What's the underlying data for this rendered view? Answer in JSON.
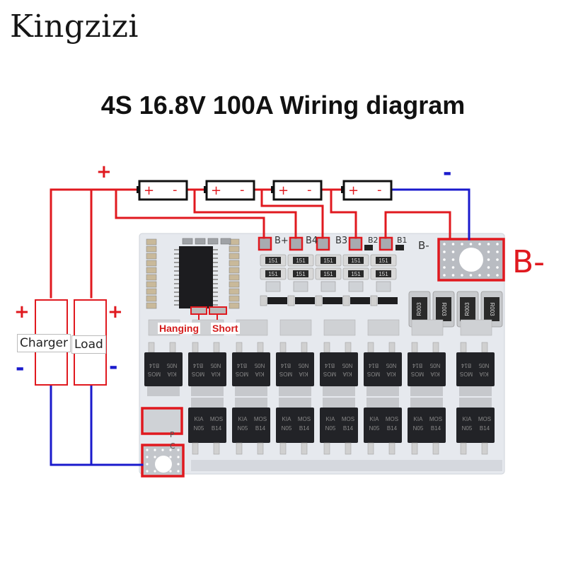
{
  "brand": "Kingzizi",
  "title": "4S 16.8V 100A Wiring diagram",
  "colors": {
    "positive_wire": "#e0191f",
    "negative_wire": "#1a1acc",
    "pcb": "#e8ebf0",
    "mosfet": "#222327",
    "outline": "#111111"
  },
  "symbols": {
    "plus": "+",
    "minus": "-"
  },
  "batteries": [
    {
      "plus": "+",
      "minus": "-"
    },
    {
      "plus": "+",
      "minus": "-"
    },
    {
      "plus": "+",
      "minus": "-"
    },
    {
      "plus": "+",
      "minus": "-"
    }
  ],
  "pads": [
    "B+",
    "B4",
    "B3",
    "B2",
    "B1"
  ],
  "board_labels": {
    "b_minus_silk": "B-",
    "b_minus_callout": "B-",
    "p_silk": "P",
    "c_silk": "C",
    "hanging": "Hanging",
    "short": "Short"
  },
  "external": {
    "charger": "Charger",
    "load": "Load"
  },
  "resistor_codes": {
    "small": "151",
    "shunt": "R003"
  },
  "mosfet_marking": {
    "line1_left": "KIA",
    "line1_right": "MOS",
    "line2_left": "N05",
    "line2_right": "B14"
  }
}
